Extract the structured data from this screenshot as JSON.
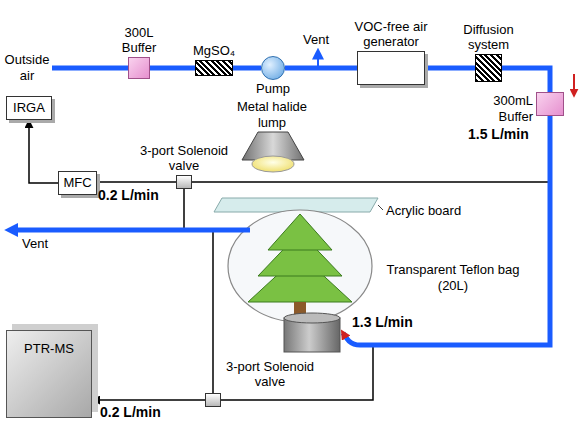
{
  "diagram": {
    "nodes": [
      {
        "text": [
          "300L Buffer"
        ]
      },
      {
        "text": [
          "MgSO₄"
        ]
      },
      {
        "text": [
          "Pump"
        ]
      },
      {
        "text": [
          "VOC-free air generator"
        ]
      },
      {
        "text": [
          "Diffusion system"
        ]
      },
      {
        "text": [
          "300mL Buffer"
        ]
      },
      {
        "text": [
          "IRGA"
        ]
      },
      {
        "text": [
          "MFC"
        ]
      },
      {
        "text": [
          "3-port Solenoid valve"
        ]
      },
      {
        "text": [
          "PTR-MS"
        ]
      },
      {
        "text": [
          "3-port Solenoid valve"
        ]
      }
    ],
    "edges": [
      {
        "from": 0,
        "to": 1,
        "arrow": "none"
      },
      {
        "from": 1,
        "to": 2,
        "arrow": "none"
      },
      {
        "from": 2,
        "to": 3,
        "arrow": "none"
      },
      {
        "from": 3,
        "to": 4,
        "arrow": "none"
      },
      {
        "from": 4,
        "to": 5,
        "arrow": "none"
      },
      {
        "from": 5,
        "to": 8,
        "arrow": "none"
      },
      {
        "from": 8,
        "to": 7,
        "arrow": "none"
      },
      {
        "from": 7,
        "to": 6,
        "arrow": "to"
      },
      {
        "from": 5,
        "to": 10,
        "arrow": "none"
      },
      {
        "from": 10,
        "to": 9,
        "arrow": "to"
      }
    ],
    "labels": [
      "Outside air",
      "Vent",
      "Metal halide lump",
      "1.5 L/min",
      "Acrylic board",
      "Transparent Teflon bag (20L)",
      "Vent",
      "0.2 L/min",
      "1.3 L/min",
      "0.2 L/min"
    ]
  }
}
